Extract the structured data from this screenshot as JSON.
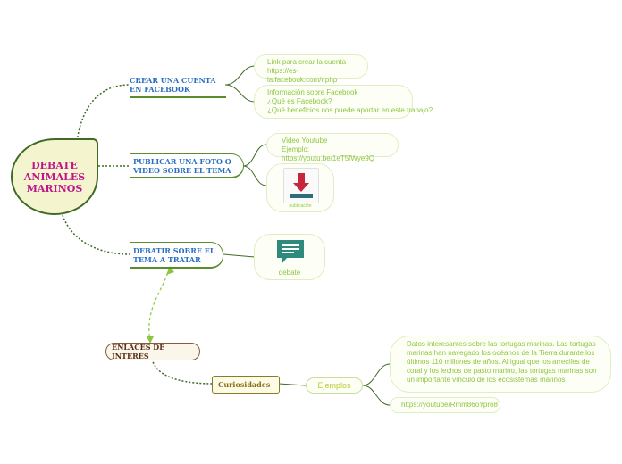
{
  "central": {
    "label": "DEBATE ANIMALES MARINOS"
  },
  "topics": {
    "crear": "CREAR UNA CUENTA EN FACEBOOK",
    "publicar": "PUBLICAR UNA FOTO O VIDEO SOBRE EL TEMA",
    "debatir": "DEBATIR SOBRE EL TEMA A TRATAR",
    "enlaces": "ENLACES DE INTERÉS",
    "curiosidades": "Curiosidades"
  },
  "notes": {
    "link_line1": "Link para crear la cuenta",
    "link_line2": "https://es-la.facebook.com/r.php",
    "info_line1": "Información sobre Facebook",
    "info_line2": "¿Qué es Facebook?",
    "info_line3": "¿Qué beneficios nos puede aportar en este trabajo?",
    "video_line1": "Video Youtube",
    "video_line2": "Ejemplo: https://youtu.be/1eT5fWye9Q",
    "publicacion_caption": "publicación",
    "debate_caption": "debate",
    "ejemplos": "Ejemplos",
    "datos": "Datos interesantes sobre las tortugas marinas. Las tortugas marinas han navegado los océanos de la Tierra durante los últimos 110 millones de años. Al igual que los arrecifes de coral y los lechos de pasto marino, las tortugas marinas son un importante vínculo de los ecosistemas marinos",
    "youtube_link": "https://youtube/Rmm86oYpro8"
  },
  "colors": {
    "topic_text": "#2a6fc0",
    "central_text": "#c0148b",
    "note_text": "#8cc63f",
    "branch": "#3f6b26",
    "brown": "#5a2d1a"
  },
  "icons": [
    "download-icon",
    "chat-icon"
  ]
}
